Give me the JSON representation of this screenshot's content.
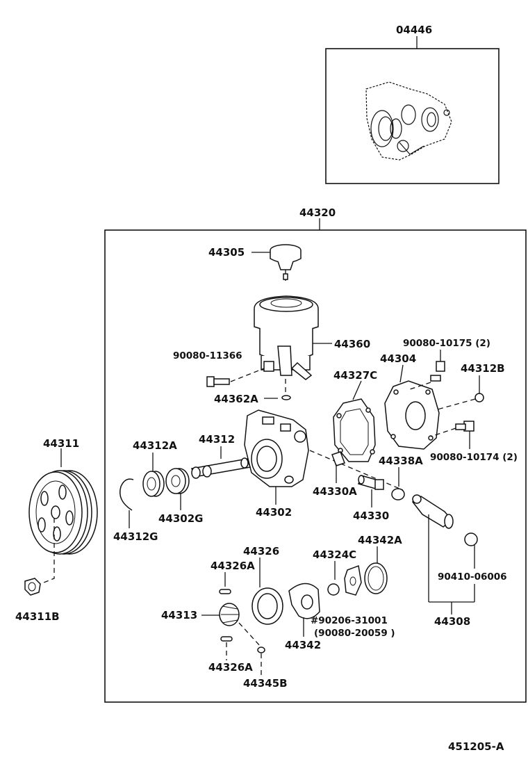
{
  "labels": {
    "kit": "04446",
    "assembly": "44320",
    "cap": "44305",
    "reservoir": "44360",
    "bolt_a": "90080-11366",
    "oring_a": "44362A",
    "bolt_b": "90080-10175 (2)",
    "plate": "44304",
    "washer_b": "44312B",
    "gasket": "44327C",
    "bolt_c": "90080-10174 (2)",
    "oring_c": "44338A",
    "shaft": "44312",
    "bearing_ring": "44312A",
    "bearing": "44302G",
    "snap_ring": "44312G",
    "housing": "44302",
    "spring": "44330A",
    "valve": "44330",
    "pulley": "44311",
    "nut": "44311B",
    "cam_ring": "44326",
    "pin_top": "44326A",
    "seal_c": "44324C",
    "oring_d": "44342A",
    "rotor": "44313",
    "pin_bottom": "44326A",
    "small_ring": "44345B",
    "side_plate": "44342",
    "bolt_d": "#90206-31001",
    "bolt_d_alt": "(90080-20059 )",
    "plug": "90410-06006",
    "union_set": "44308",
    "diagram_code": "451205-A"
  }
}
